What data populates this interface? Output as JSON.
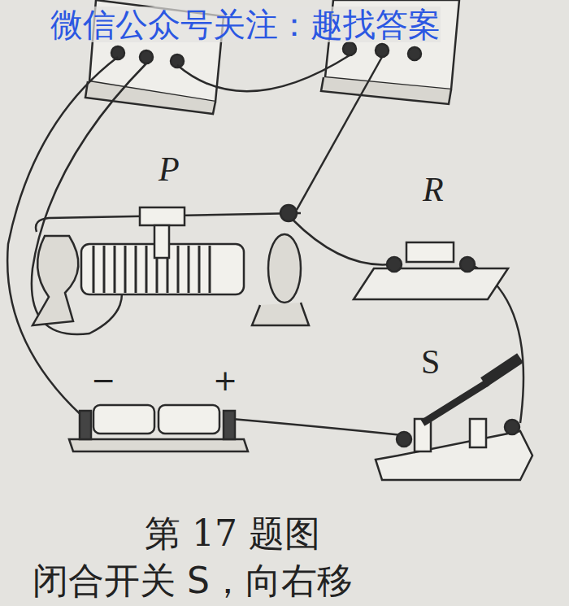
{
  "diagram": {
    "caption": "第 17 题图",
    "labels": [
      "微信公众号关注：趣找答案",
      "P",
      "R",
      "S",
      "−",
      "+",
      "闭合开关 S，向右移"
    ]
  }
}
